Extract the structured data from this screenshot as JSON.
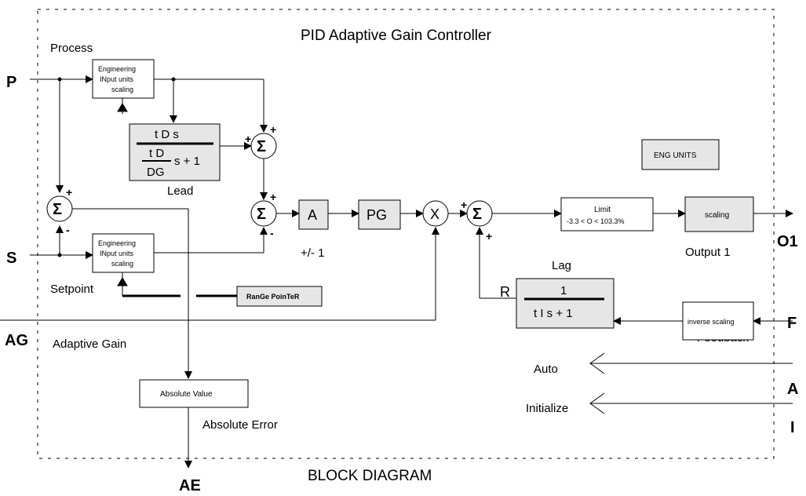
{
  "title": "PID Adaptive Gain Controller",
  "footer": "BLOCK DIAGRAM",
  "io": {
    "p": "P",
    "s": "S",
    "ag": "AG",
    "ae": "AE",
    "o1": "O1",
    "f": "F",
    "a": "A",
    "i": "I"
  },
  "labels": {
    "process": "Process",
    "setpoint": "Setpoint",
    "adaptive_gain": "Adaptive Gain",
    "absolute_error": "Absolute Error",
    "output1": "Output 1",
    "feedback": "Feedback",
    "auto": "Auto",
    "initialize": "Initialize",
    "lead": "Lead",
    "lag": "Lag",
    "pm1": "+/- 1",
    "r": "R"
  },
  "blocks": {
    "eng_in_line1": "Engineering",
    "eng_in_line2": "INput units",
    "eng_in_line3": "scaling",
    "lead_num": "t D s",
    "lead_den_frac_num": "t D",
    "lead_den_frac_den": "DG",
    "lead_den_tail": "s + 1",
    "a": "A",
    "pg": "PG",
    "x": "X",
    "limit_title": "Limit",
    "limit_expr": "-3.3 < O < 103.3%",
    "scaling": "scaling",
    "eng_units": "ENG UNITS",
    "lag_num": "1",
    "lag_den": "t I s  + 1",
    "inverse_scaling": "inverse scaling",
    "range_pointer": "RanGe PoinTeR",
    "absolute_value": "Absolute Value",
    "sigma": "Σ"
  },
  "signs": {
    "plus": "+",
    "minus": "-"
  }
}
